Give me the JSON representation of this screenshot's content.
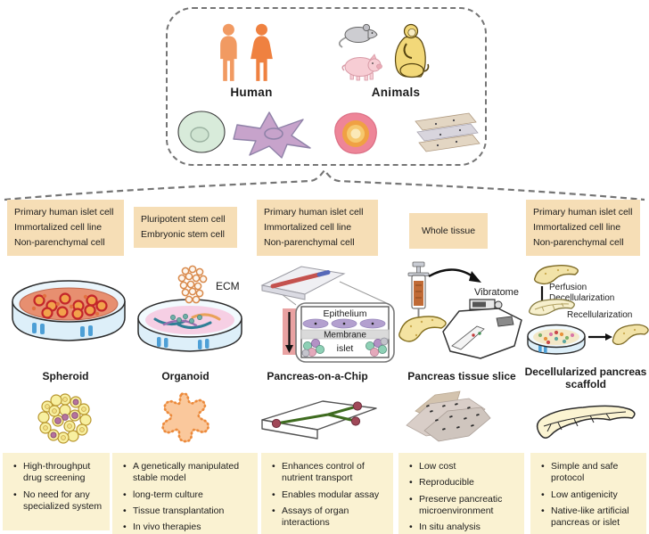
{
  "source_panel": {
    "human_label": "Human",
    "animals_label": "Animals"
  },
  "illustrations": {
    "ecm_label": "ECM",
    "epithelium_label": "Epithelium",
    "membrane_label": "Membrane",
    "islet_label": "islet",
    "vibratome_label": "Vibratome",
    "perfusion_label": "Perfusion",
    "decellularization_label": "Decellularization",
    "recellularization_label": "Recellularization"
  },
  "columns": [
    {
      "id": "spheroid",
      "cell_sources": [
        "Primary human islet cell",
        "Immortalized cell line",
        "Non-parenchymal cell"
      ],
      "model_name": "Spheroid",
      "advantages": [
        "High-throughput drug screening",
        "No need for any specialized system"
      ]
    },
    {
      "id": "organoid",
      "cell_sources": [
        "Pluripotent stem cell",
        "Embryonic stem cell"
      ],
      "model_name": "Organoid",
      "advantages": [
        "A genetically manipulated stable model",
        "long-term culture",
        "Tissue transplantation",
        "In vivo therapies"
      ]
    },
    {
      "id": "pancreas-on-a-chip",
      "cell_sources": [
        "Primary human islet cell",
        "Immortalized cell line",
        "Non-parenchymal cell"
      ],
      "model_name": "Pancreas-on-a-Chip",
      "advantages": [
        "Enhances control of nutrient transport",
        "Enables modular assay",
        "Assays of organ interactions"
      ]
    },
    {
      "id": "pancreas-tissue-slice",
      "cell_sources": [
        "Whole tissue"
      ],
      "model_name": "Pancreas tissue slice",
      "advantages": [
        "Low cost",
        "Reproducible",
        "Preserve pancreatic microenvironment",
        "In situ analysis"
      ]
    },
    {
      "id": "decellularized-pancreas-scaffold",
      "cell_sources": [
        "Primary human islet cell",
        "Immortalized cell line",
        "Non-parenchymal cell"
      ],
      "model_name": "Decellularized pancreas scaffold",
      "advantages": [
        "Simple and safe protocol",
        "Low antigenicity",
        "Native-like artificial pancreas or islet"
      ]
    }
  ],
  "colors": {
    "source_box_bg": "#F6DEB6",
    "advantage_box_bg": "#FAF2D2",
    "dashed_border": "#757575",
    "text": "#1c1c1c",
    "human_orange_1": "#F19A62",
    "human_orange_2": "#EF8140"
  }
}
